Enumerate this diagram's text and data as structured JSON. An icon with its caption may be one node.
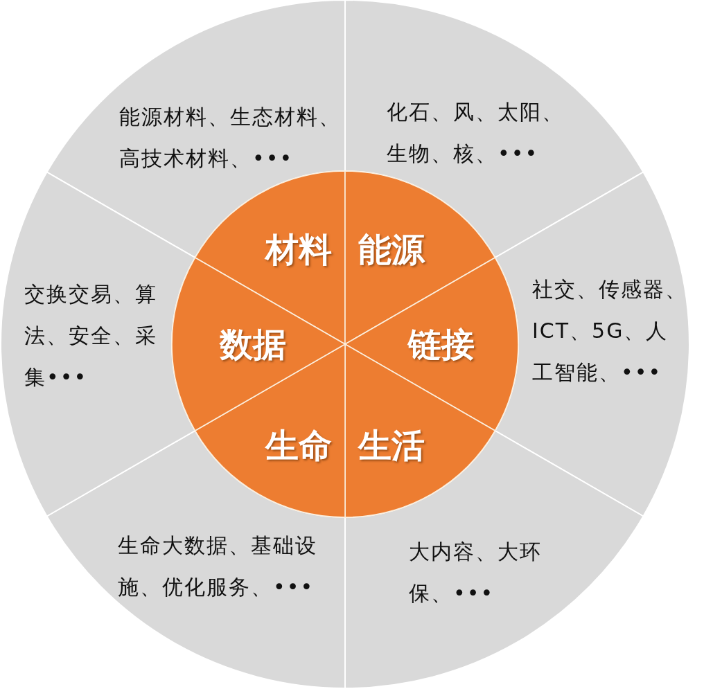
{
  "diagram": {
    "nodes": [
      {
        "text": [
          "材料"
        ]
      },
      {
        "text": [
          "能源"
        ]
      },
      {
        "text": [
          "链接"
        ]
      },
      {
        "text": [
          "生活"
        ]
      },
      {
        "text": [
          "生命"
        ]
      },
      {
        "text": [
          "数据"
        ]
      },
      {
        "text": [
          "能源材料、生态材料、高技术材料、•••"
        ]
      },
      {
        "text": [
          "化石、风、太阳、生物、核、•••"
        ]
      },
      {
        "text": [
          "社交、传感器、ICT、5G、人工智能、•••"
        ]
      },
      {
        "text": [
          "大内容、大环保、•••"
        ]
      },
      {
        "text": [
          "生命大数据、基础设施、优化服务、•••"
        ]
      },
      {
        "text": [
          "交换交易、算法、安全、采集•••"
        ]
      }
    ]
  }
}
